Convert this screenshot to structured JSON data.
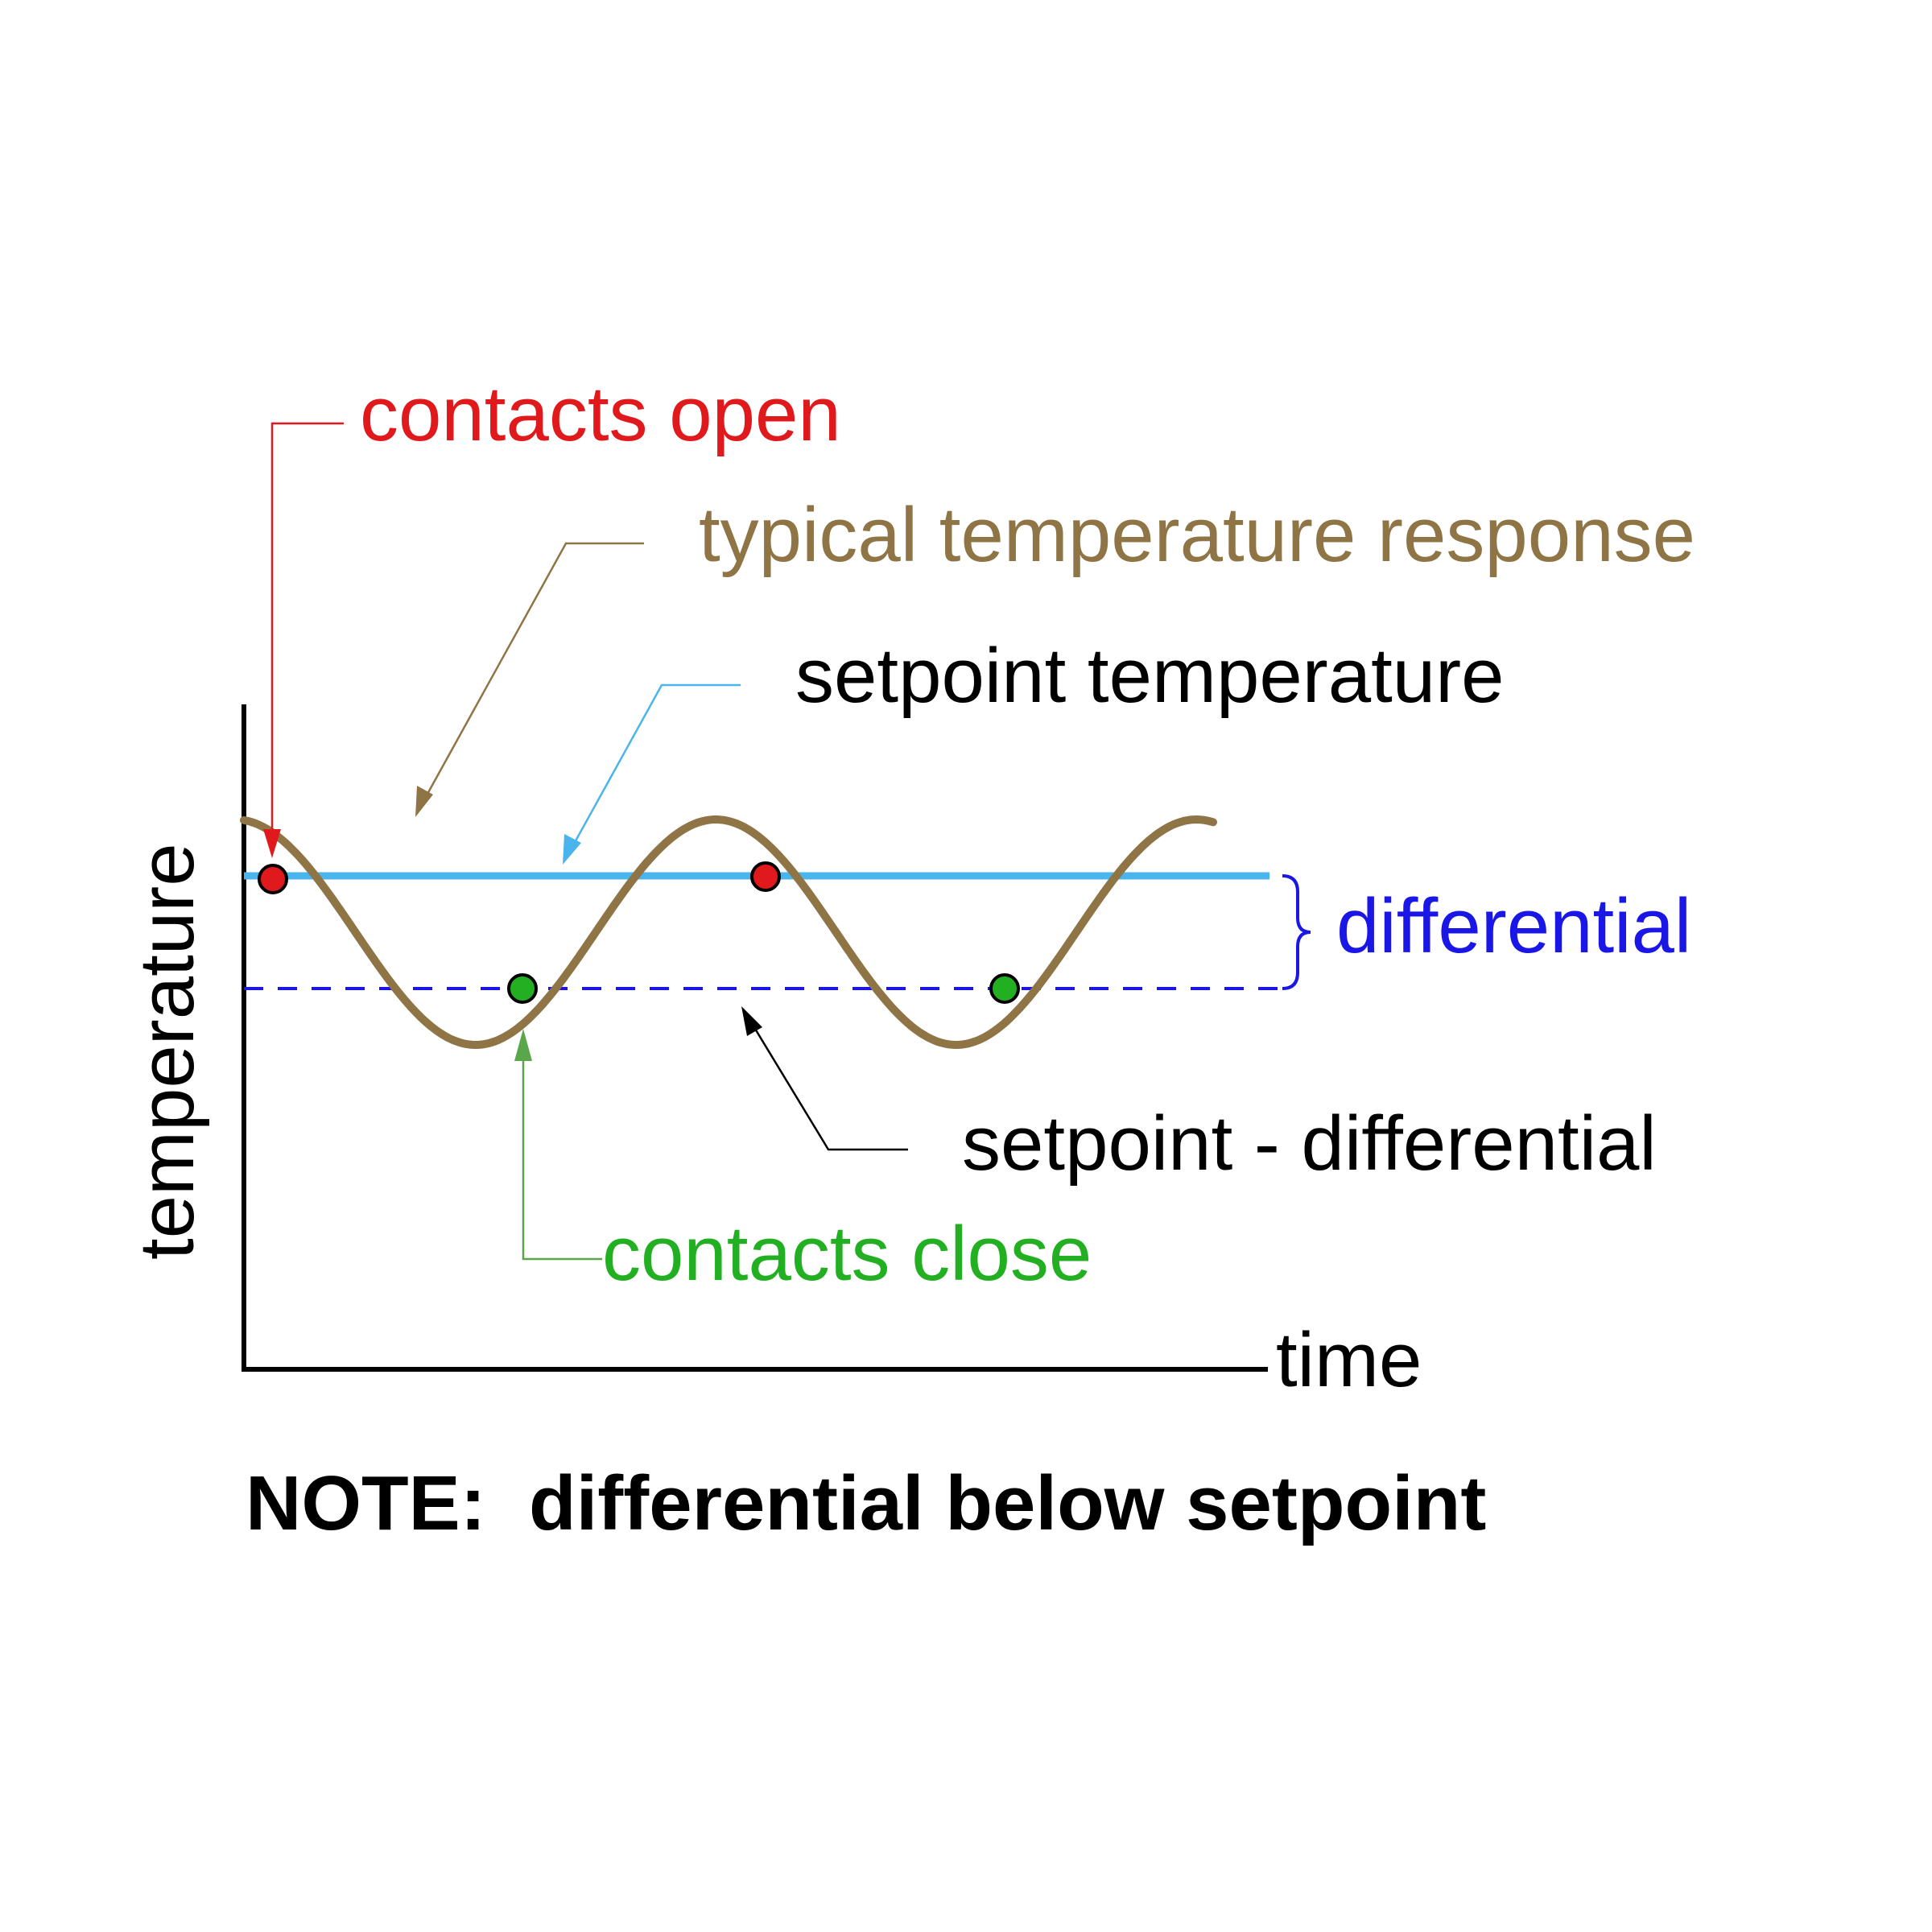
{
  "labels": {
    "contacts_open": "contacts open",
    "typical_response": "typical temperature response",
    "setpoint_temperature": "setpoint temperature",
    "differential": "differential",
    "setpoint_minus_differential": "setpoint - differential",
    "contacts_close": "contacts close",
    "y_axis": "temperature",
    "x_axis": "time",
    "note": "NOTE:  differential below setpoint"
  },
  "colors": {
    "contacts_open": "#e0191c",
    "typical_response": "#8f7545",
    "curve": "#8f7545",
    "setpoint_line": "#4ab4ec",
    "setpoint_arrow": "#4ab4ec",
    "differential": "#1a17e6",
    "contacts_close": "#22b022",
    "close_arrow": "#5aa64a",
    "open_marker": "#e0191c",
    "close_marker": "#22b022",
    "axis": "#000000",
    "text": "#000000"
  },
  "icons": {
    "open_marker": "red-circle",
    "close_marker": "green-circle",
    "differential_brace": "right-curly-brace"
  }
}
